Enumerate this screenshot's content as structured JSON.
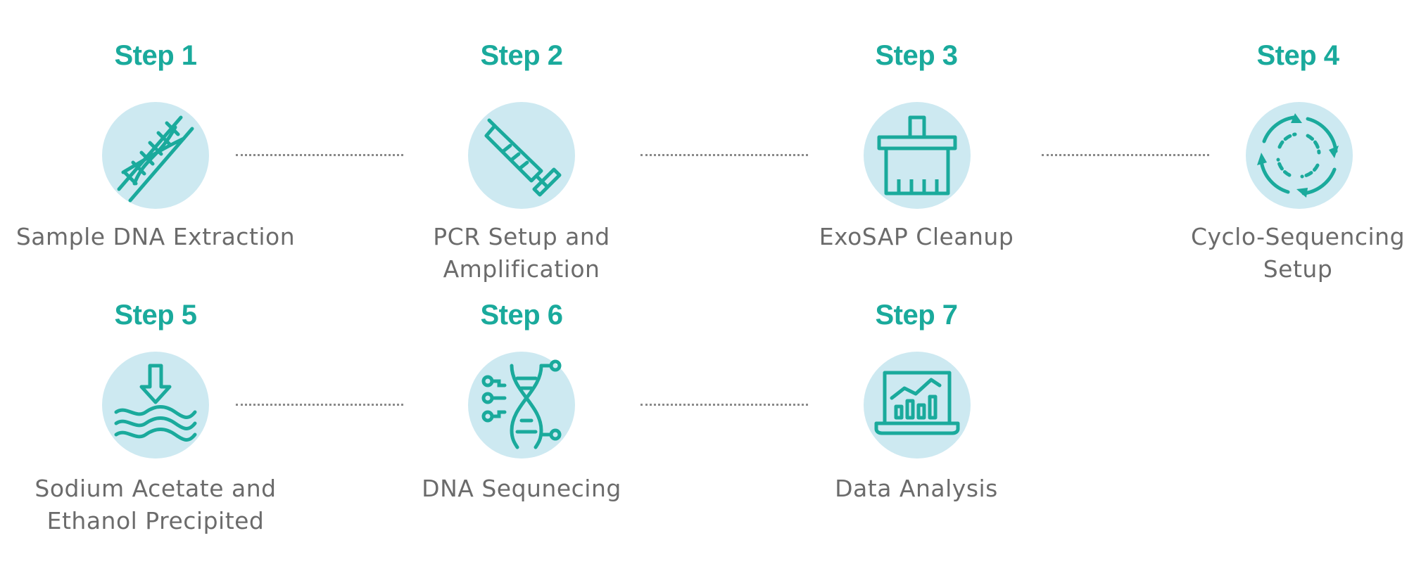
{
  "colors": {
    "accent": "#1aaa9c",
    "circle_fill": "#cde9f1",
    "label_text": "#6b6b6b",
    "connector": "#8a8a8a"
  },
  "steps": [
    {
      "title": "Step 1",
      "label_lines": [
        "Sample DNA Extraction"
      ],
      "icon": "dna-ladder-icon"
    },
    {
      "title": "Step 2",
      "label_lines": [
        "PCR Setup and",
        "Amplification"
      ],
      "icon": "pipette-icon"
    },
    {
      "title": "Step 3",
      "label_lines": [
        "ExoSAP Cleanup"
      ],
      "icon": "brush-icon"
    },
    {
      "title": "Step 4",
      "label_lines": [
        "Cyclo-Sequencing",
        "Setup"
      ],
      "icon": "cycle-arrows-icon"
    },
    {
      "title": "Step 5",
      "label_lines": [
        "Sodium Acetate and",
        "Ethanol Precipited"
      ],
      "icon": "precipitation-waves-icon"
    },
    {
      "title": "Step 6",
      "label_lines": [
        "DNA Sequnecing"
      ],
      "icon": "dna-helix-icon"
    },
    {
      "title": "Step 7",
      "label_lines": [
        "Data Analysis"
      ],
      "icon": "laptop-chart-icon"
    }
  ]
}
